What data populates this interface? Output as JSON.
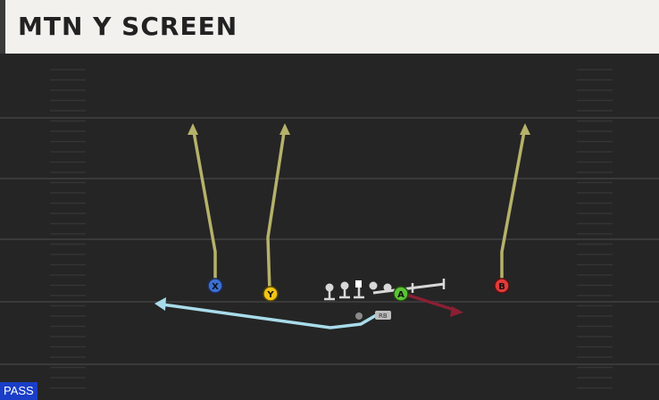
{
  "header": {
    "title": "MTN Y SCREEN"
  },
  "players": [
    {
      "id": "X",
      "label": "X",
      "color": "#3b6fd4"
    },
    {
      "id": "Y",
      "label": "Y",
      "color": "#f2c417"
    },
    {
      "id": "A",
      "label": "A",
      "color": "#5bc236"
    },
    {
      "id": "B",
      "label": "B",
      "color": "#e23a3a"
    }
  ],
  "rb": {
    "label": "RB"
  },
  "route_colors": {
    "vertical": "#b5b26a",
    "screen": "#a9dcea",
    "block": "#8a1f33",
    "line": "#cfcfcf"
  },
  "footer": {
    "mode": "PASS"
  }
}
